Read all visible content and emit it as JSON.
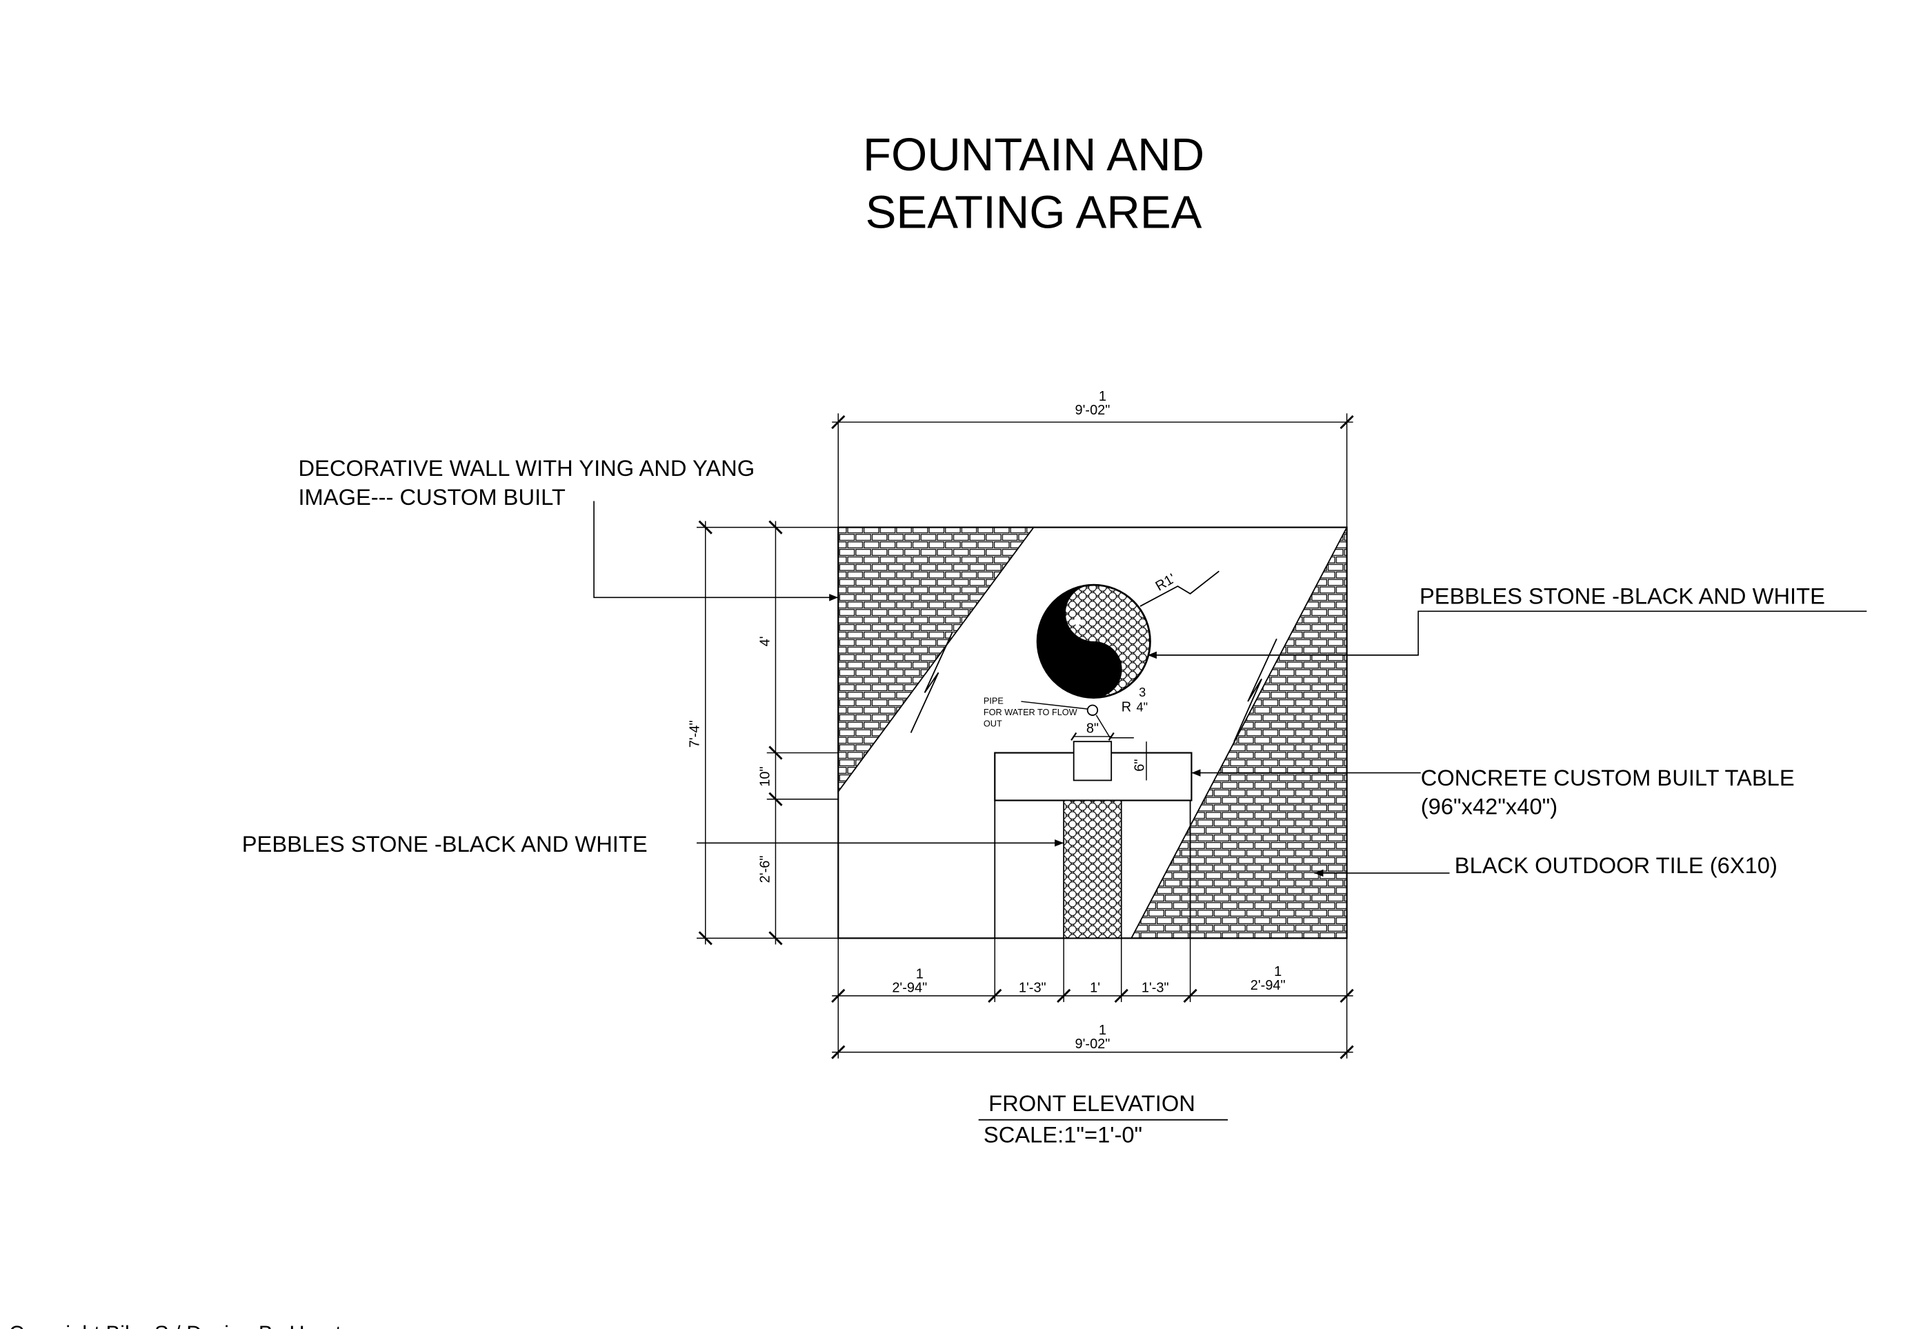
{
  "title": {
    "line1": "FOUNTAIN AND",
    "line2": "SEATING AREA"
  },
  "labels": {
    "decorative_wall_1": "DECORATIVE WALL WITH YING AND YANG",
    "decorative_wall_2": "IMAGE--- CUSTOM BUILT",
    "pebbles_right": "PEBBLES  STONE -BLACK AND WHITE",
    "pebbles_left": "PEBBLES  STONE -BLACK AND WHITE",
    "concrete_table_1": "CONCRETE CUSTOM BUILT TABLE",
    "concrete_table_2": "(96\"x42\"x40\")",
    "black_tile": "BLACK OUTDOOR  TILE (6X10)",
    "pipe_1": "PIPE",
    "pipe_2": "FOR WATER TO FLOW",
    "pipe_3": "OUT"
  },
  "dimensions": {
    "top_width_frac": "1",
    "top_width": "9'-02\"",
    "bottom_width_frac": "1",
    "bottom_width": "9'-02\"",
    "seg1_frac": "1",
    "seg1": "2'-94\"",
    "seg2": "1'-3\"",
    "seg3": "1'",
    "seg4": "1'-3\"",
    "seg5_frac": "1",
    "seg5": "2'-94\"",
    "overall_height": "7'-4\"",
    "height_upper": "4'",
    "height_mid": "10\"",
    "height_lower": "2'-6\"",
    "radius_circle": "R1'",
    "radius_pipe_r": "R",
    "radius_pipe_num": "3",
    "radius_pipe_den": "4\"",
    "basin_width": "8\"",
    "basin_depth": "6\""
  },
  "caption": {
    "view": "FRONT ELEVATION",
    "scale": "SCALE:1\"=1'-0\""
  },
  "copyright": "Copyright Biba S / Design By Heart"
}
